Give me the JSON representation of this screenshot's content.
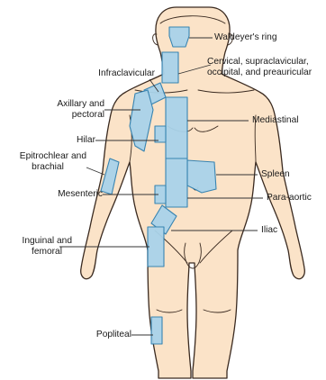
{
  "labels": {
    "waldeyer": "Waldeyer's ring",
    "cervical_line1": "Cervical, supraclavicular,",
    "cervical_line2": "occipital, and preauricular",
    "infraclavicular": "Infraclavicular",
    "axillary_line1": "Axillary and",
    "axillary_line2": "pectoral",
    "mediastinal": "Mediastinal",
    "hilar": "Hilar",
    "epitrochlear_line1": "Epitrochlear and",
    "epitrochlear_line2": "brachial",
    "spleen": "Spleen",
    "mesenteric": "Mesenteric",
    "para_aortic": "Para-aortic",
    "iliac": "Iliac",
    "inguinal_line1": "Inguinal and",
    "inguinal_line2": "femoral",
    "popliteal": "Popliteal"
  },
  "colors": {
    "skin": "#fbe3c8",
    "outline": "#3a2a20",
    "region_fill": "#a9d3ea",
    "region_stroke": "#2e7fb0",
    "leader": "#333333",
    "text": "#1a1a1a"
  }
}
